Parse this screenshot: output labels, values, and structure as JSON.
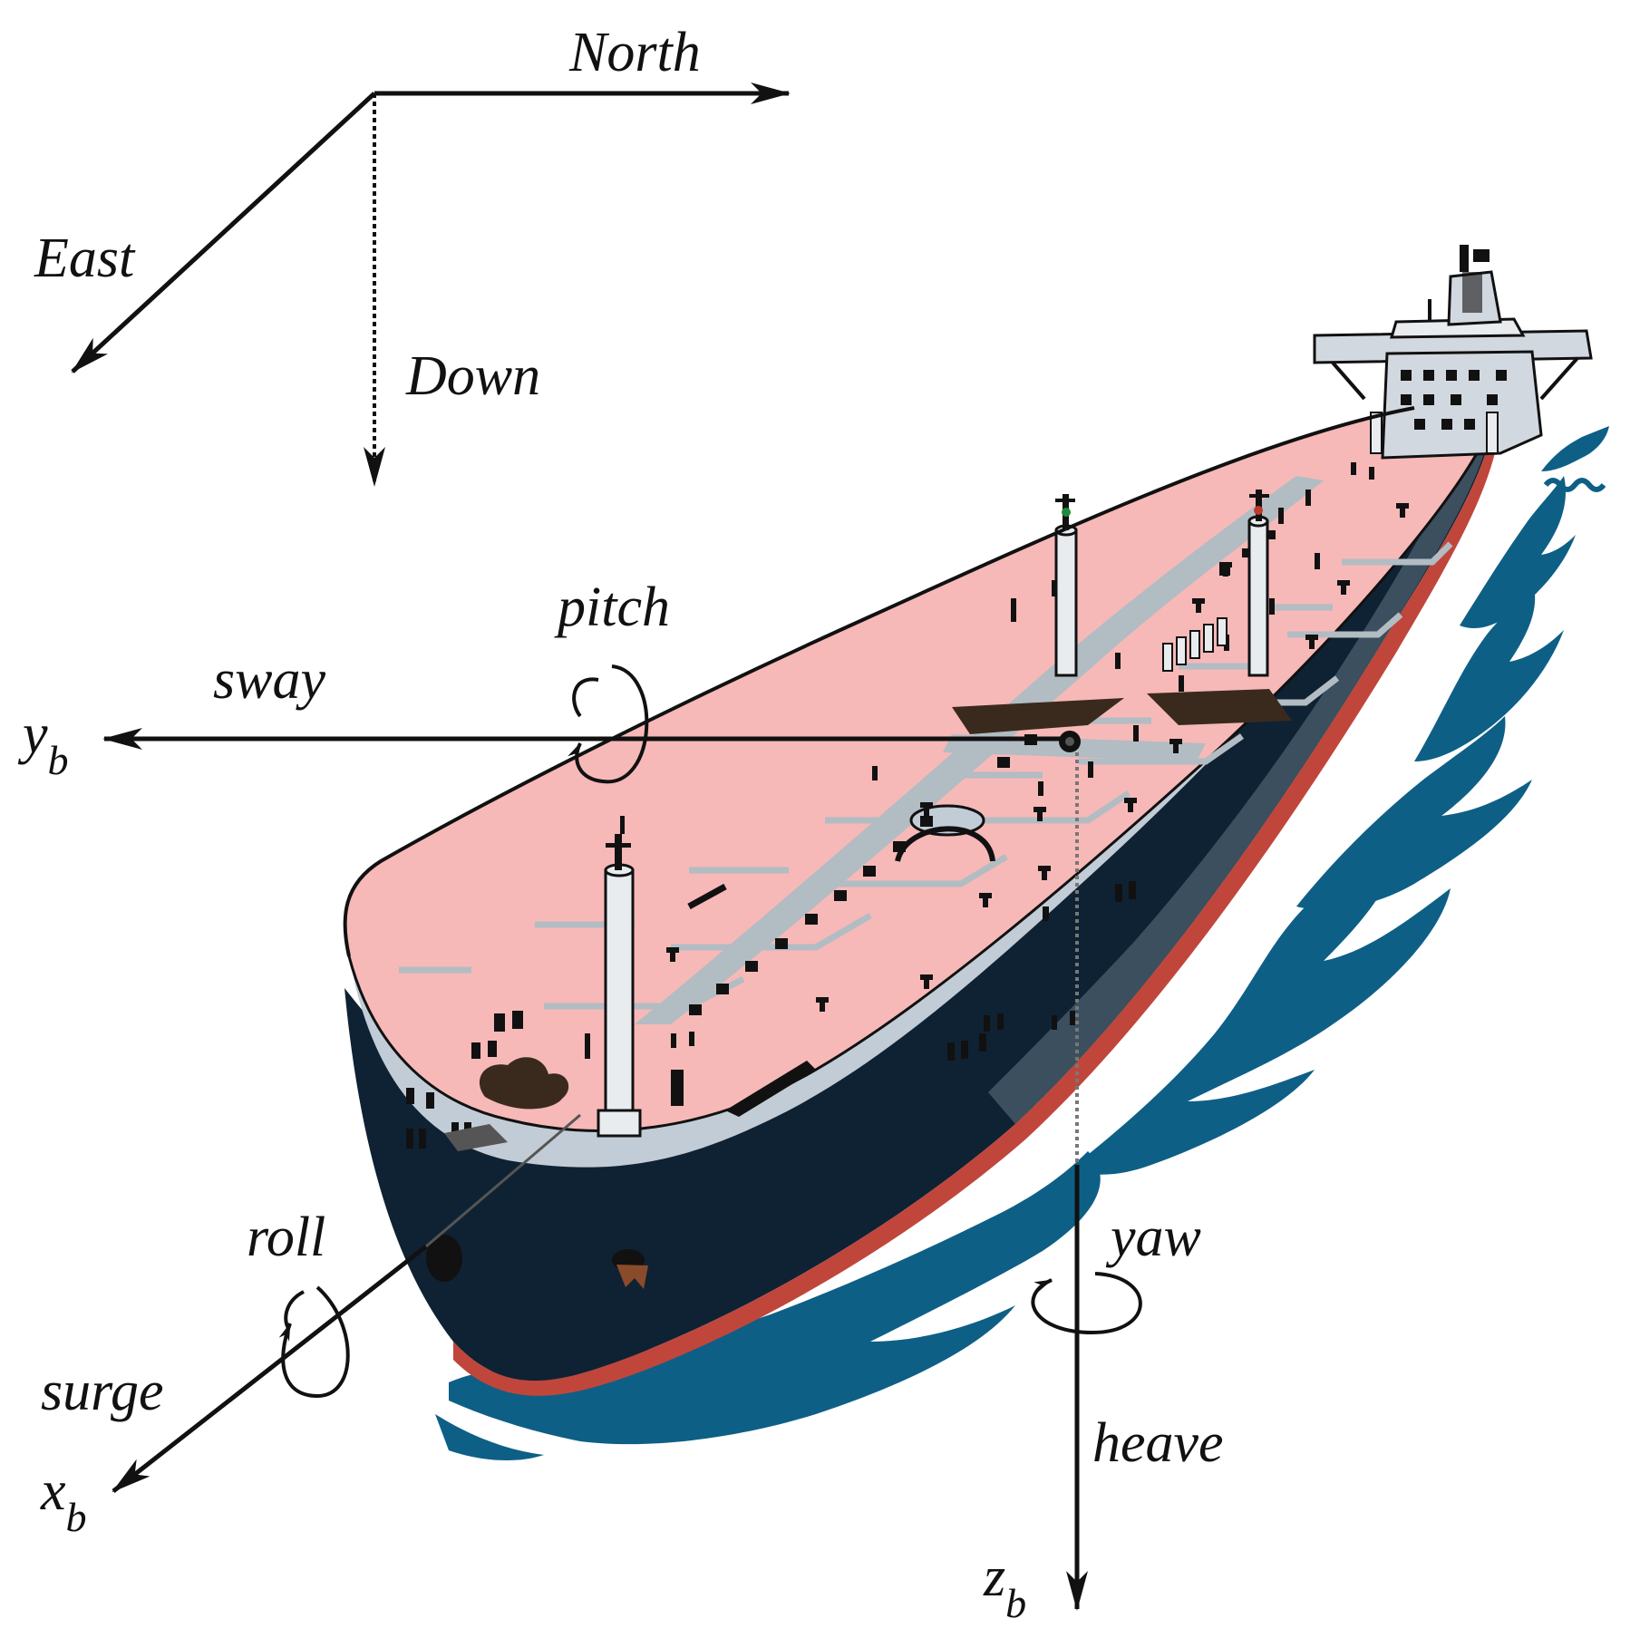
{
  "ned_frame": {
    "north": "North",
    "east": "East",
    "down": "Down"
  },
  "body_axes": {
    "x_main": "x",
    "x_sub": "b",
    "y_main": "y",
    "y_sub": "b",
    "z_main": "z",
    "z_sub": "b"
  },
  "motions": {
    "surge": "surge",
    "sway": "sway",
    "heave": "heave",
    "roll": "roll",
    "pitch": "pitch",
    "yaw": "yaw"
  },
  "colors": {
    "ink": "#111111",
    "deck": "#f6b9b8",
    "hull": "#0f2233",
    "hull_upper": "#3b4f5e",
    "boot_top": "#c0463b",
    "sheer": "#c2ccd6",
    "catwalk": "#b2bcc3",
    "water": "#0e5f86",
    "superstructure": "#d2d8df"
  }
}
